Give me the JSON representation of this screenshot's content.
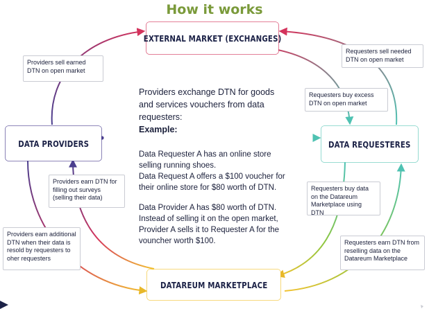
{
  "title": "How it works",
  "nodes": {
    "market": "EXTERNAL MARKET (EXCHANGES)",
    "providers": "DATA PROVIDERS",
    "requesters": "DATA REQUESTERES",
    "marketplace": "DATAREUM MARKETPLACE"
  },
  "notes": {
    "providers_sell": "Providers sell earned DTN on open market",
    "requesters_sell": "Requesters sell needed DTN on open market",
    "requesters_buy_excess": "Requesters buy excess DTN on open market",
    "providers_earn_surveys": "Providers earn DTN for filling out surveys (selling their data)",
    "requesters_buy_data": "Requesters buy data on the Datareum Marketplace using DTN",
    "providers_earn_additional": "Providers earn additional DTN when their data is resold by requesters to oher requesters",
    "requesters_earn": "Requesters earn DTN from reselling data on the Datareum Marketplace"
  },
  "center": {
    "intro": "Providers exchange DTN for goods and services vouchers from data requesters:",
    "example_label": "Example:",
    "para1": "Data Requester A has an online store selling running shoes.",
    "para2": "Data Request A offers a $100 voucher for their online store for $80 worth of DTN.",
    "para3": "Data Provider A has $80 worth of DTN. Instead of selling it on the open market, Provider A sells it to Requester A for the vouncher worth $100."
  },
  "colors": {
    "title": "#7a9a3a",
    "market_border": "#d2335a",
    "providers_border": "#4b3f8f",
    "requesters_border": "#5cc7b8",
    "marketplace_border": "#f2c230",
    "arc_purple": "#6b3a8c",
    "arc_red": "#d4335c",
    "arc_teal": "#4fc2b2",
    "arc_green": "#8cc63f",
    "arc_yellow": "#f2c230",
    "text": "#1a1f3a"
  }
}
